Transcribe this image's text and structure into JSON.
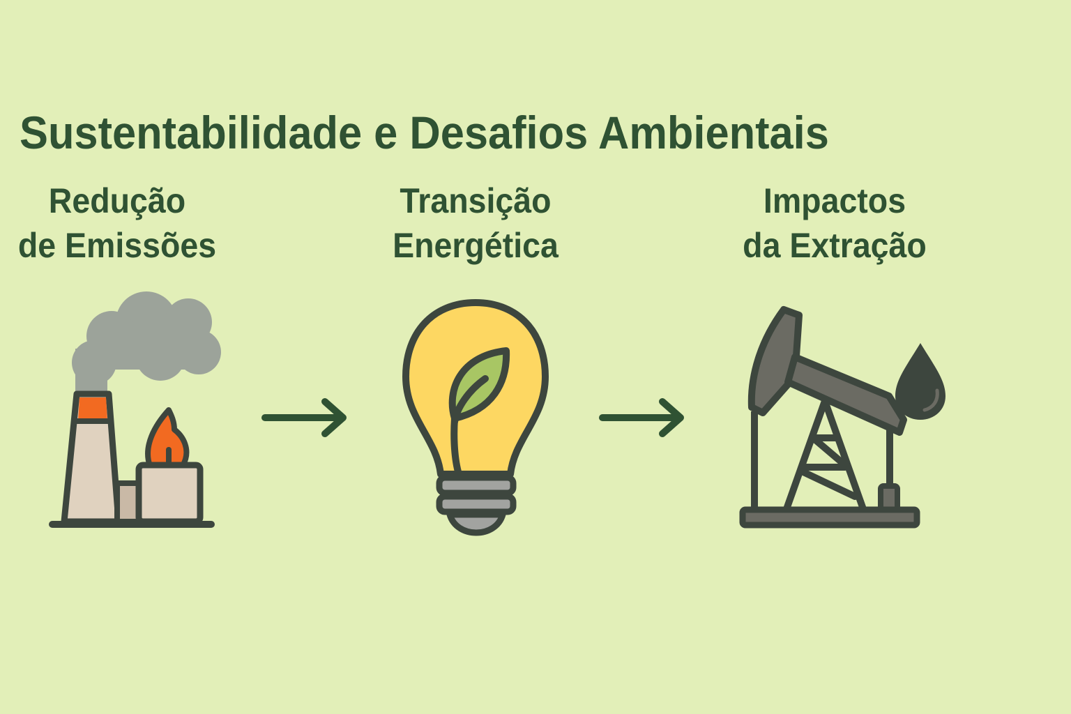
{
  "title": "Sustentabilidade e Desafios Ambientais",
  "colors": {
    "background": "#e2efb8",
    "text": "#2f5233",
    "outline": "#3d463e",
    "smoke": "#9ca39a",
    "flame": "#f26a21",
    "building": "#e0d2bf",
    "bulb": "#fdd762",
    "leaf": "#a8c664",
    "metal": "#a2a3a0",
    "pump": "#6b6b63"
  },
  "steps": [
    {
      "line1": "Redução",
      "line2": "de Emissões",
      "icon": "factory-icon"
    },
    {
      "line1": "Transição",
      "line2": "Energética",
      "icon": "lightbulb-leaf-icon"
    },
    {
      "line1": "Impactos",
      "line2": "da Extração",
      "icon": "oil-pump-icon"
    }
  ],
  "arrows": [
    {
      "from": "Redução de Emissões",
      "to": "Transição Energética",
      "icon": "arrow-right-icon"
    },
    {
      "from": "Transição Energética",
      "to": "Impactos da Extração",
      "icon": "arrow-right-icon"
    }
  ]
}
